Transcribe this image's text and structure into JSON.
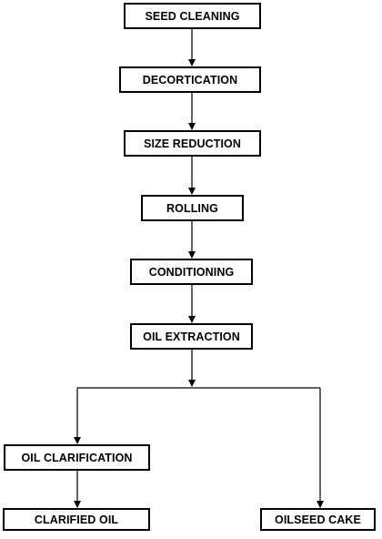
{
  "steps": {
    "seed_cleaning": "SEED CLEANING",
    "decortication": "DECORTICATION",
    "size_reduction": "SIZE REDUCTION",
    "rolling": "ROLLING",
    "conditioning": "CONDITIONING",
    "oil_extraction": "OIL EXTRACTION",
    "oil_clarification": "OIL CLARIFICATION",
    "clarified_oil": "CLARIFIED OIL",
    "oilseed_cake": "OILSEED CAKE"
  },
  "colors": {
    "stroke": "#000000",
    "background": "#ffffff"
  }
}
